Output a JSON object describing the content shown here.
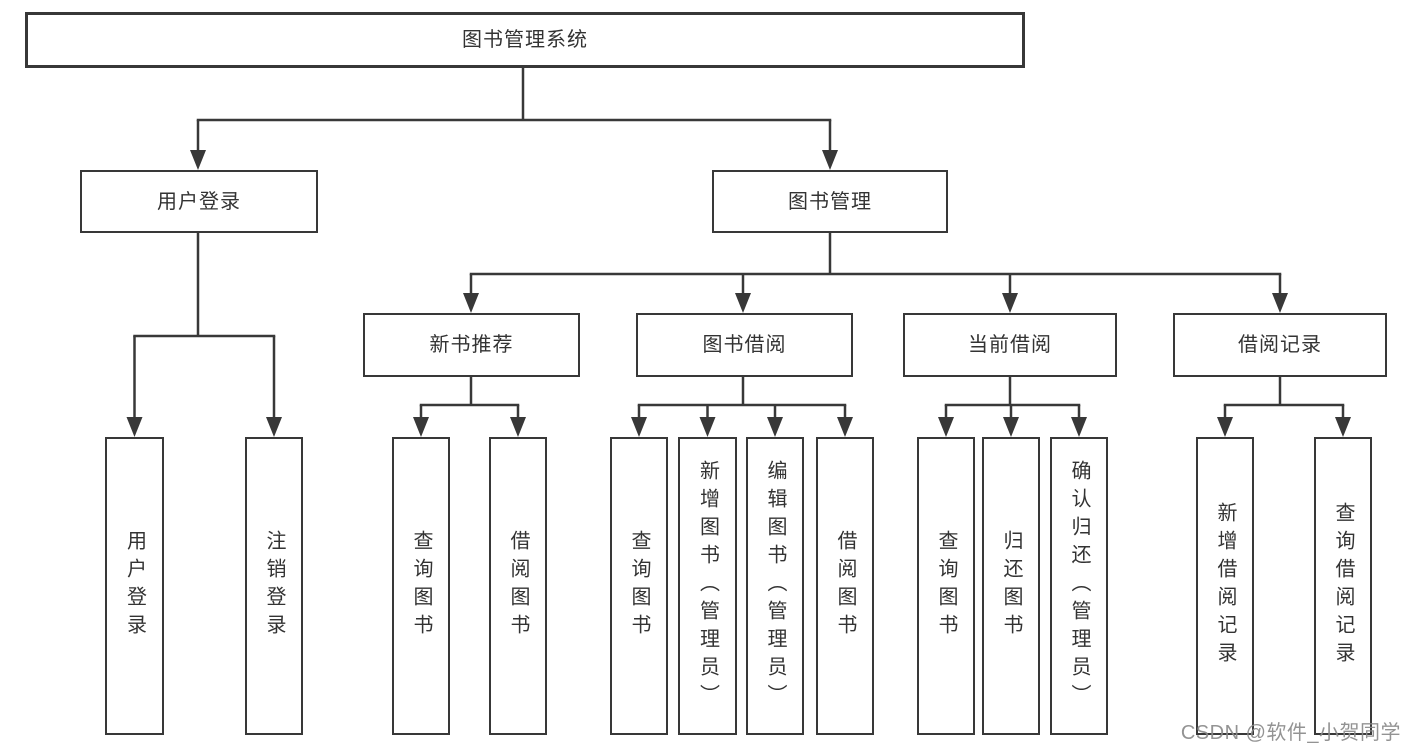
{
  "diagram": {
    "root": {
      "label": "图书管理系统"
    },
    "level2": [
      {
        "label": "用户登录"
      },
      {
        "label": "图书管理"
      }
    ],
    "level3": [
      {
        "label": "新书推荐"
      },
      {
        "label": "图书借阅"
      },
      {
        "label": "当前借阅"
      },
      {
        "label": "借阅记录"
      }
    ],
    "leaves": [
      {
        "label": "用户登录"
      },
      {
        "label": "注销登录"
      },
      {
        "label": "查询图书"
      },
      {
        "label": "借阅图书"
      },
      {
        "label": "查询图书"
      },
      {
        "label": "新增图书（管理员）"
      },
      {
        "label": "编辑图书（管理员）"
      },
      {
        "label": "借阅图书"
      },
      {
        "label": "查询图书"
      },
      {
        "label": "归还图书"
      },
      {
        "label": "确认归还（管理员）"
      },
      {
        "label": "新增借阅记录"
      },
      {
        "label": "查询借阅记录"
      }
    ]
  },
  "watermark": {
    "text": "CSDN @软件_小贺同学"
  },
  "colors": {
    "line": "#383838",
    "box_border": "#383838",
    "box_bg": "#ffffff",
    "text": "#333333",
    "watermark": "#8a8a8a",
    "background": "#ffffff"
  }
}
